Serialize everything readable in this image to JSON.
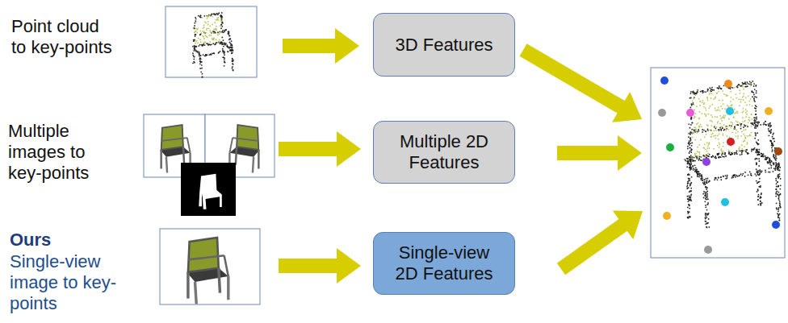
{
  "diagram": {
    "nodes": [
      {
        "text": [
          "3D Features"
        ]
      },
      {
        "text": [
          "Multiple 2D Features"
        ]
      },
      {
        "text": [
          "Single-view 2D Features"
        ]
      }
    ],
    "labels": [
      "Point cloud to key-points",
      "Multiple images to key-points",
      "Ours",
      "Single-view image to key-points"
    ]
  }
}
